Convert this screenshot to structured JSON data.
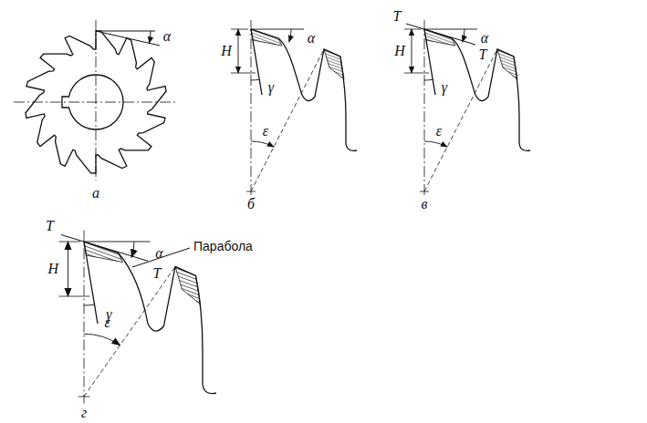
{
  "diagram": {
    "labels": [
      "α",
      "а",
      "H",
      "α",
      "γ",
      "ε",
      "б",
      "T",
      "H",
      "α",
      "T",
      "γ",
      "ε",
      "в",
      "T",
      "H",
      "α",
      "T",
      "Парабола",
      "γ",
      "ε",
      "г"
    ]
  }
}
